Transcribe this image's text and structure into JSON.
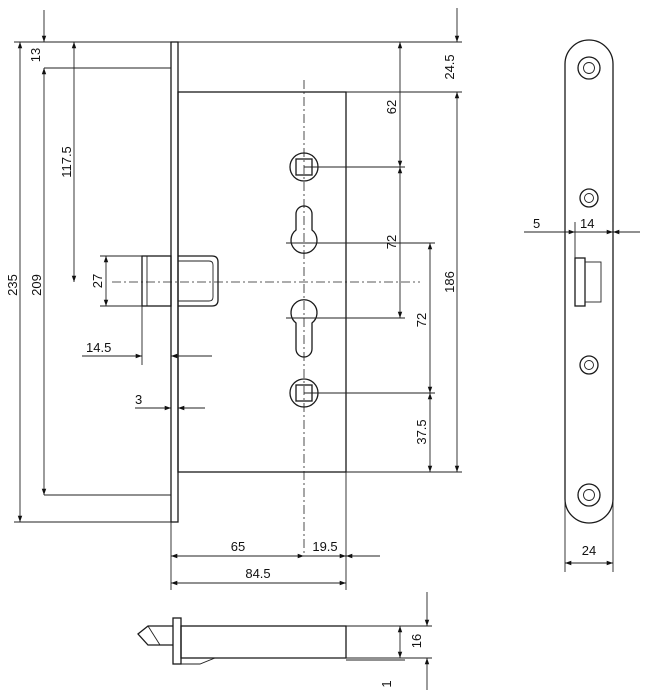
{
  "drawing": {
    "dimensions": {
      "d13": "13",
      "d24_5": "24.5",
      "d62": "62",
      "d117_5": "117.5",
      "d235": "235",
      "d209": "209",
      "d27": "27",
      "d72a": "72",
      "d72b": "72",
      "d186": "186",
      "d37_5": "37.5",
      "d14_5": "14.5",
      "d3": "3",
      "d65": "65",
      "d19_5": "19.5",
      "d84_5": "84.5",
      "d5": "5",
      "d14": "14",
      "d24": "24",
      "d16": "16",
      "d1": "1"
    }
  }
}
